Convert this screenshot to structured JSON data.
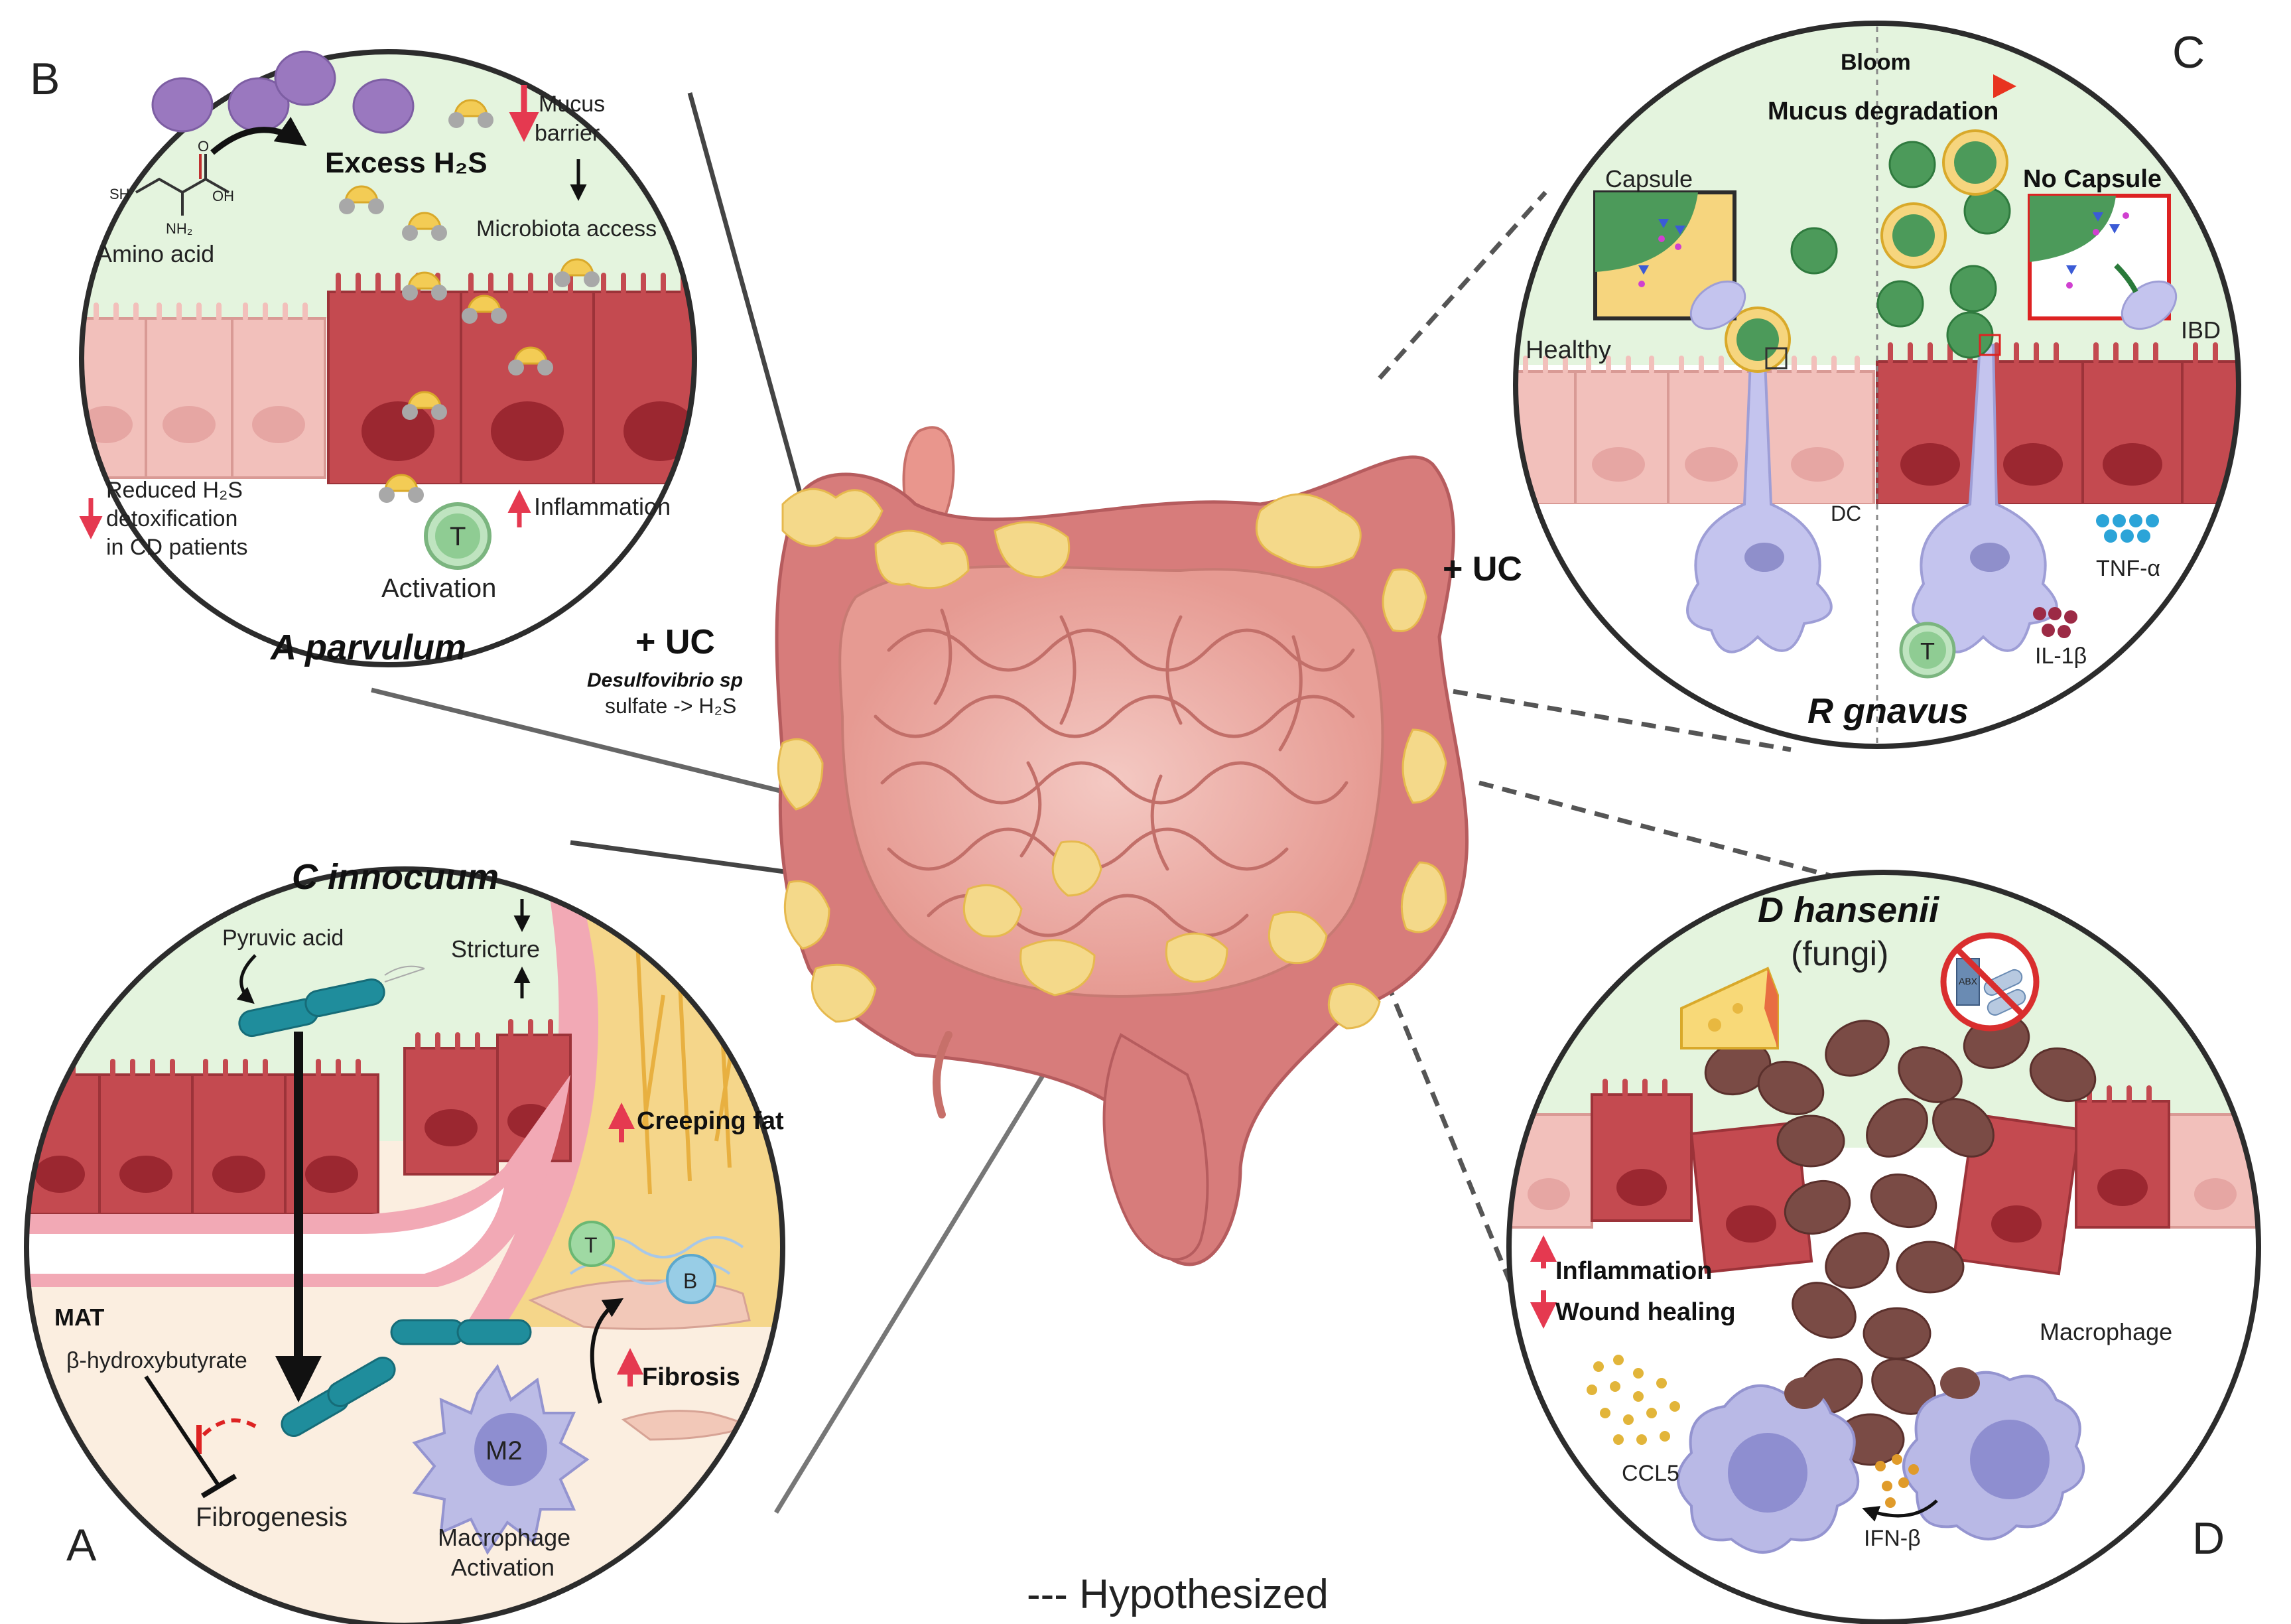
{
  "panel_letters": {
    "a": "A",
    "b": "B",
    "c": "C",
    "d": "D"
  },
  "panel_b": {
    "title": "A parvulum",
    "excess_h2s": "Excess H₂S",
    "amino_acid": "Amino acid",
    "mucus_barrier_1": "Mucus",
    "mucus_barrier_2": "barrier",
    "microbiota_access": "Microbiota access",
    "reduced_1": "Reduced H₂S",
    "reduced_2": "detoxification",
    "reduced_3": "in CD patients",
    "inflammation": "Inflammation",
    "activation": "Activation",
    "t_cell": "T",
    "chem_sh": "SH",
    "chem_oh": "OH",
    "chem_o": "O",
    "chem_nh2": "NH₂"
  },
  "center": {
    "uc_left": "+ UC",
    "desulfovibrio": "Desulfovibrio sp",
    "sulfate": "sulfate -> H₂S",
    "uc_right": "+ UC"
  },
  "panel_c": {
    "title": "R gnavus",
    "bloom": "Bloom",
    "mucus_degradation": "Mucus degradation",
    "capsule": "Capsule",
    "no_capsule": "No Capsule",
    "healthy": "Healthy",
    "ibd": "IBD",
    "dc": "DC",
    "tnf": "TNF-α",
    "il1b": "IL-1β",
    "t_cell": "T"
  },
  "panel_a": {
    "title": "C innocuum",
    "pyruvic": "Pyruvic acid",
    "stricture": "Stricture",
    "creeping_fat": "Creeping fat",
    "mat": "MAT",
    "bhb": "β-hydroxybutyrate",
    "fibrogenesis": "Fibrogenesis",
    "fibrosis": "Fibrosis",
    "m2": "M2",
    "macrophage_1": "Macrophage",
    "macrophage_2": "Activation",
    "t_cell": "T",
    "b_cell": "B"
  },
  "panel_d": {
    "title": "D hansenii",
    "subtitle": "(fungi)",
    "inflammation": "Inflammation",
    "wound_healing": "Wound healing",
    "macrophage": "Macrophage",
    "ccl5": "CCL5",
    "ifnb": "IFN-β",
    "abx": "ABX"
  },
  "legend": {
    "hypothesized": "--- Hypothesized"
  },
  "colors": {
    "cell_red": "#c2474d",
    "cell_pink": "#f0b7b2",
    "mucus_green": "#dff3da",
    "fat_yellow": "#f6dc88",
    "accent_red": "#e53950",
    "bacteria_teal": "#2a9aa8",
    "dc_purple": "#b9b9e6"
  }
}
